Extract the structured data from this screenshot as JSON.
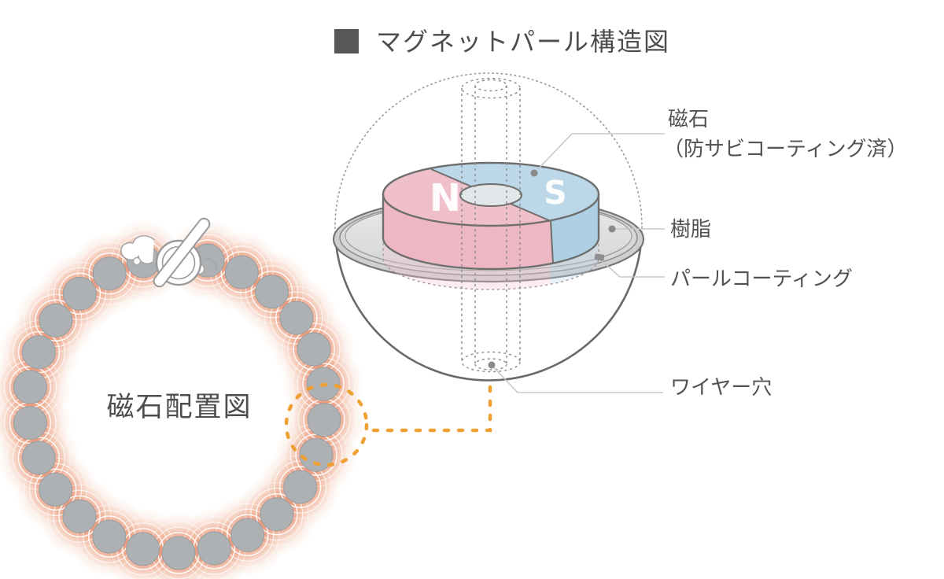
{
  "header": {
    "bullet": "■",
    "title": "マグネットパール構造図"
  },
  "structure_diagram": {
    "parts": [
      {
        "name": "magnet",
        "label": "磁石",
        "label_line2": "（防サビコーティング済）"
      },
      {
        "name": "resin",
        "label": "樹脂"
      },
      {
        "name": "pearl-coating",
        "label": "パールコーティング"
      },
      {
        "name": "wire-hole",
        "label": "ワイヤー穴"
      }
    ],
    "poles": {
      "north": "N",
      "south": "S"
    }
  },
  "arrangement_diagram": {
    "label": "磁石配置図",
    "bead_count": 25
  },
  "colors": {
    "north_pink_top": "#efc0ca",
    "north_pink_side": "#edb7c3",
    "south_blue_top": "#bcd8e8",
    "south_blue_side": "#aed0e3",
    "resin_gray": "#dfdfe1",
    "coating_gray": "#cfcfd1",
    "bead_gray": "#aeb1b3",
    "glow_salmon": "#e78a66",
    "outline_gray": "#6e6e6e",
    "leader_gray": "#c8c8c8",
    "label_gray": "#525252",
    "title_gray": "#4d4d4d",
    "accent_orange": "#efa032"
  }
}
